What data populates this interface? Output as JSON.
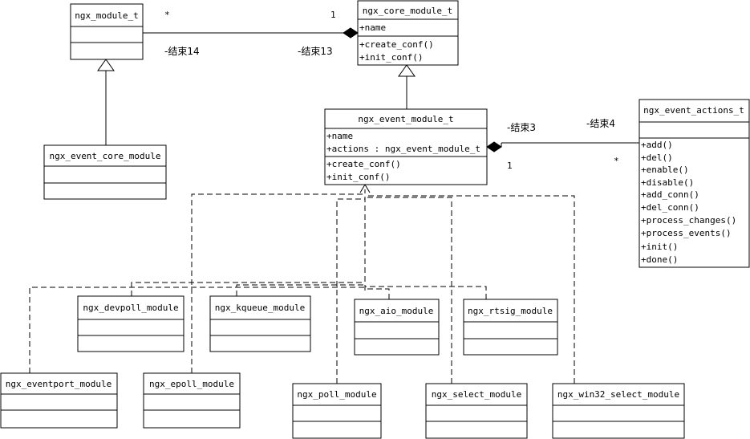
{
  "classes": {
    "ngx_module_t": {
      "name": "ngx_module_t",
      "attrs": [],
      "methods": []
    },
    "ngx_core_module_t": {
      "name": "ngx_core_module_t",
      "attrs": [
        "+name"
      ],
      "methods": [
        "+create_conf()",
        "+init_conf()"
      ]
    },
    "ngx_event_module_t": {
      "name": "ngx_event_module_t",
      "attrs": [
        "+name",
        "+actions : ngx_event_module_t"
      ],
      "methods": [
        "+create_conf()",
        "+init_conf()"
      ]
    },
    "ngx_event_actions_t": {
      "name": "ngx_event_actions_t",
      "attrs": [],
      "methods": [
        "+add()",
        "+del()",
        "+enable()",
        "+disable()",
        "+add_conn()",
        "+del_conn()",
        "+process_changes()",
        "+process_events()",
        "+init()",
        "+done()"
      ]
    },
    "ngx_event_core_module": {
      "name": "ngx_event_core_module"
    },
    "ngx_devpoll_module": {
      "name": "ngx_devpoll_module"
    },
    "ngx_kqueue_module": {
      "name": "ngx_kqueue_module"
    },
    "ngx_aio_module": {
      "name": "ngx_aio_module"
    },
    "ngx_rtsig_module": {
      "name": "ngx_rtsig_module"
    },
    "ngx_eventport_module": {
      "name": "ngx_eventport_module"
    },
    "ngx_epoll_module": {
      "name": "ngx_epoll_module"
    },
    "ngx_poll_module": {
      "name": "ngx_poll_module"
    },
    "ngx_select_module": {
      "name": "ngx_select_module"
    },
    "ngx_win32_select_module": {
      "name": "ngx_win32_select_module"
    }
  },
  "associations": {
    "module_core": {
      "mult_module": "*",
      "mult_core": "1",
      "role_module": "-结束14",
      "role_core": "-结束13"
    },
    "event_actions": {
      "mult_event": "1",
      "mult_actions": "*",
      "role_event": "-结束3",
      "role_actions": "-结束4"
    }
  }
}
